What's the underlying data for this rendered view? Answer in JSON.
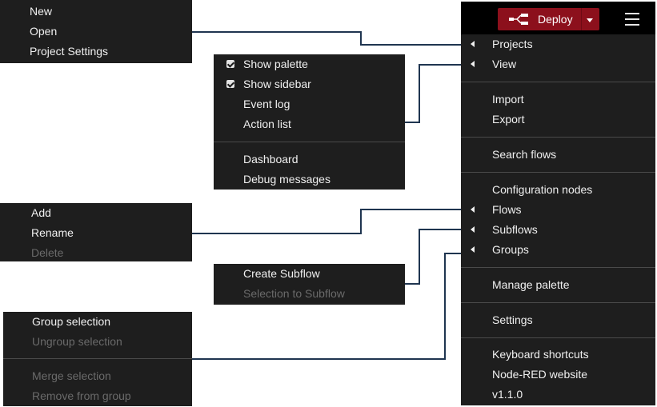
{
  "header": {
    "deploy_label": "Deploy"
  },
  "main_menu": [
    {
      "label": "Projects",
      "submenu": true
    },
    {
      "label": "View",
      "submenu": true
    },
    {
      "label": "Import"
    },
    {
      "label": "Export"
    },
    {
      "label": "Search flows"
    },
    {
      "label": "Configuration nodes"
    },
    {
      "label": "Flows",
      "submenu": true
    },
    {
      "label": "Subflows",
      "submenu": true
    },
    {
      "label": "Groups",
      "submenu": true
    },
    {
      "label": "Manage palette"
    },
    {
      "label": "Settings"
    },
    {
      "label": "Keyboard shortcuts"
    },
    {
      "label": "Node-RED website"
    },
    {
      "label": "v1.1.0"
    }
  ],
  "projects_menu": [
    {
      "label": "New"
    },
    {
      "label": "Open"
    },
    {
      "label": "Project Settings"
    }
  ],
  "view_menu": [
    {
      "label": "Show palette",
      "checked": true
    },
    {
      "label": "Show sidebar",
      "checked": true
    },
    {
      "label": "Event log"
    },
    {
      "label": "Action list"
    },
    {
      "label": "Dashboard"
    },
    {
      "label": "Debug messages"
    }
  ],
  "flows_menu": [
    {
      "label": "Add"
    },
    {
      "label": "Rename"
    },
    {
      "label": "Delete",
      "disabled": true
    }
  ],
  "subflows_menu": [
    {
      "label": "Create Subflow"
    },
    {
      "label": "Selection to Subflow",
      "disabled": true
    }
  ],
  "groups_menu": [
    {
      "label": "Group selection"
    },
    {
      "label": "Ungroup selection",
      "disabled": true
    },
    {
      "label": "Merge selection",
      "disabled": true
    },
    {
      "label": "Remove from group",
      "disabled": true
    }
  ],
  "colors": {
    "menu_bg": "#1e1e1e",
    "deploy_red": "#8c101c",
    "connector": "#1f3550",
    "disabled_text": "#6a6a6a"
  }
}
